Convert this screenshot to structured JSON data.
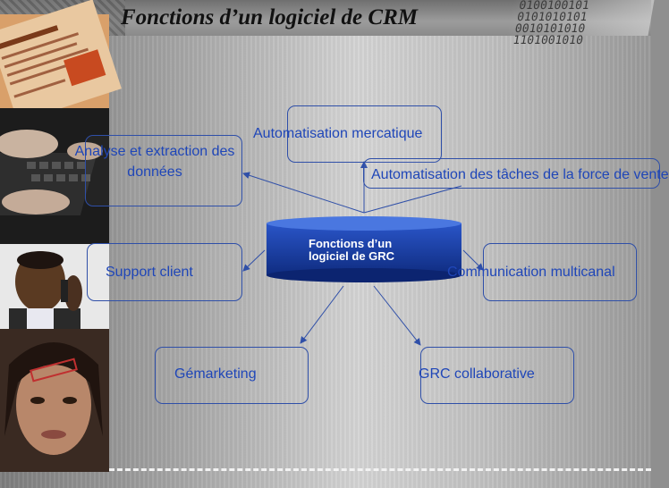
{
  "slide": {
    "title": "Fonctions d’un logiciel de CRM",
    "binary_text": "0100100101 0101010101 0010101010 1101001010"
  },
  "hub": {
    "line1": "Fonctions d’un",
    "line2": "logiciel de GRC"
  },
  "nodes": {
    "analyse": "Analyse et extraction des données",
    "automatisation_mercatique": "Automatisation mercatique",
    "automatisation_taches": "Automatisation des tâches de la force de vente",
    "support": "Support client",
    "communication": "Communication multicanal",
    "gemarketing": "Gémarketing",
    "collaborative": "GRC collaborative"
  },
  "colors": {
    "node_border": "#2f4fa8",
    "label_text": "#1f46b8",
    "hub_fill": "#1a3fa0",
    "arrow": "#2f4fa8"
  }
}
